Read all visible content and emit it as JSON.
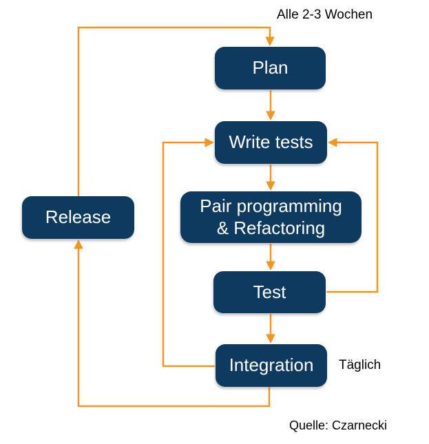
{
  "diagram": {
    "annotations": {
      "cycle_label": "Alle 2-3 Wochen",
      "daily_label": "Täglich",
      "source_label": "Quelle: Czarnecki"
    },
    "nodes": [
      {
        "id": "plan",
        "label": "Plan"
      },
      {
        "id": "write-tests",
        "label": "Write tests"
      },
      {
        "id": "pair-programming-refactoring",
        "label": "Pair programming\n& Refactoring"
      },
      {
        "id": "test",
        "label": "Test"
      },
      {
        "id": "integration",
        "label": "Integration"
      },
      {
        "id": "release",
        "label": "Release"
      }
    ],
    "edges": [
      {
        "from": "plan",
        "to": "write-tests"
      },
      {
        "from": "write-tests",
        "to": "pair-programming-refactoring"
      },
      {
        "from": "pair-programming-refactoring",
        "to": "test"
      },
      {
        "from": "test",
        "to": "integration"
      },
      {
        "from": "test",
        "to": "write-tests"
      },
      {
        "from": "integration",
        "to": "write-tests"
      },
      {
        "from": "integration",
        "to": "release"
      },
      {
        "from": "release",
        "to": "plan"
      }
    ],
    "colors": {
      "node_fill": "#0f3a5f",
      "node_text": "#ffffff",
      "arrow": "#f7941e",
      "annotation_text": "#000000",
      "background": "#ffffff"
    }
  }
}
